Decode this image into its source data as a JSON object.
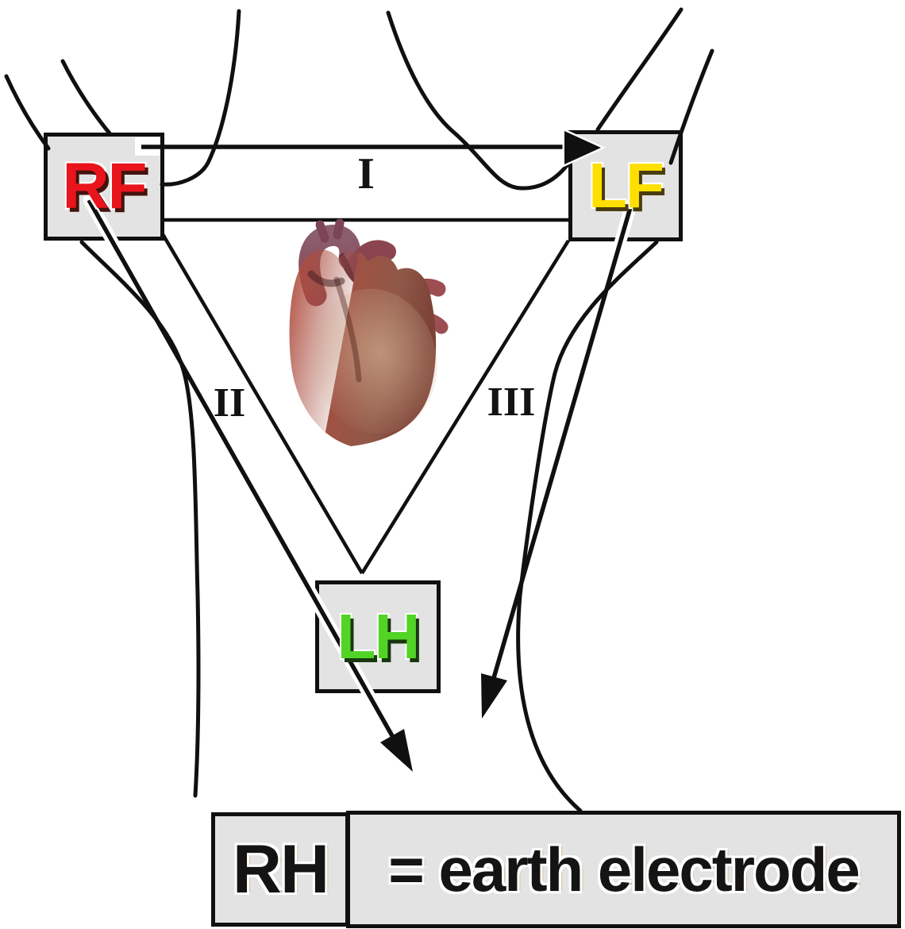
{
  "diagram": {
    "electrodes": {
      "rf": {
        "label": "RF",
        "color": "#e9141c",
        "position": "right foreleg (top left)"
      },
      "lf": {
        "label": "LF",
        "color": "#ffdf00",
        "position": "left foreleg (top right)"
      },
      "lh": {
        "label": "LH",
        "color": "#52d427",
        "position": "left hindleg (bottom center)"
      },
      "rh": {
        "label": "RH",
        "color": "#141414",
        "position": "legend (bottom)"
      }
    },
    "leads": {
      "i": "I",
      "ii": "II",
      "iii": "III"
    },
    "legend_text": "= earth electrode",
    "colors": {
      "box_fill": "#e3e3e3",
      "outline": "#101010",
      "background": "#ffffff",
      "heart_red": "#a8463a",
      "vessel_mauve": "#8a5560"
    }
  }
}
